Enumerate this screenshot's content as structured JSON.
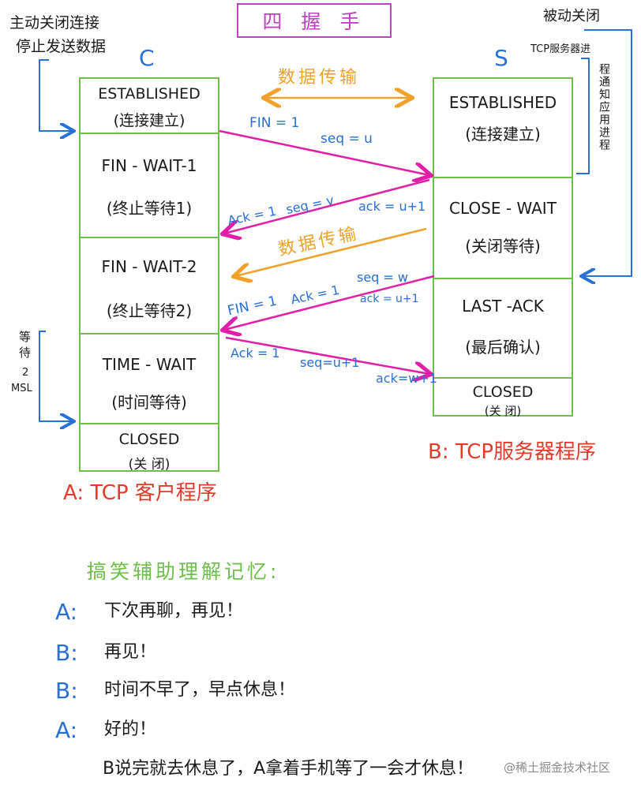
{
  "title": "四 握 手",
  "left_note": [
    "主动关闭连接",
    "停止发送数据"
  ],
  "right_note": "被动关闭",
  "client_letter": "C",
  "server_letter": "S",
  "server_notify_h": "TCP服务器进",
  "server_notify_v": "程通知应用进程",
  "wait_note": [
    "等",
    "待",
    "2",
    "MSL"
  ],
  "client_states": [
    {
      "name": "ESTABLISHED",
      "desc": "(连接建立)"
    },
    {
      "name": "FIN - WAIT-1",
      "desc": "(终止等待1)"
    },
    {
      "name": "FIN - WAIT-2",
      "desc": "(终止等待2)"
    },
    {
      "name": "TIME - WAIT",
      "desc": "(时间等待)"
    },
    {
      "name": "CLOSED",
      "desc": "(关 闭)"
    }
  ],
  "server_states": [
    {
      "name": "ESTABLISHED",
      "desc": "(连接建立)"
    },
    {
      "name": "CLOSE - WAIT",
      "desc": "(关闭等待)"
    },
    {
      "name": "LAST -ACK",
      "desc": "(最后确认)"
    },
    {
      "name": "CLOSED",
      "desc": "(关 闭)"
    }
  ],
  "data_transfer_top": "数据传输",
  "data_transfer_mid": "数据传输",
  "msg1": {
    "fin": "FIN = 1",
    "seq": "seq = u"
  },
  "msg2": {
    "ack_flag": "Ack = 1",
    "seq": "seq = v",
    "ack": "ack = u+1"
  },
  "msg3": {
    "fin": "FIN = 1",
    "ack_flag": "Ack = 1",
    "seq": "seq = w",
    "ack": "ack = u+1"
  },
  "msg4": {
    "ack_flag": "Ack = 1",
    "seq": "seq=u+1",
    "ack": "ack=w+1"
  },
  "client_label": "A: TCP 客户程序",
  "server_label": "B: TCP服务器程序",
  "memo_title": "搞笑辅助理解记忆:",
  "dialogue": [
    {
      "speaker": "A:",
      "text": "下次再聊，再见！"
    },
    {
      "speaker": "B:",
      "text": "再见！"
    },
    {
      "speaker": "B:",
      "text": "时间不早了，早点休息！"
    },
    {
      "speaker": "A:",
      "text": "好的！"
    }
  ],
  "footer": "B说完就去休息了，A拿着手机等了一会才休息！",
  "watermark": "@稀土掘金技术社区"
}
